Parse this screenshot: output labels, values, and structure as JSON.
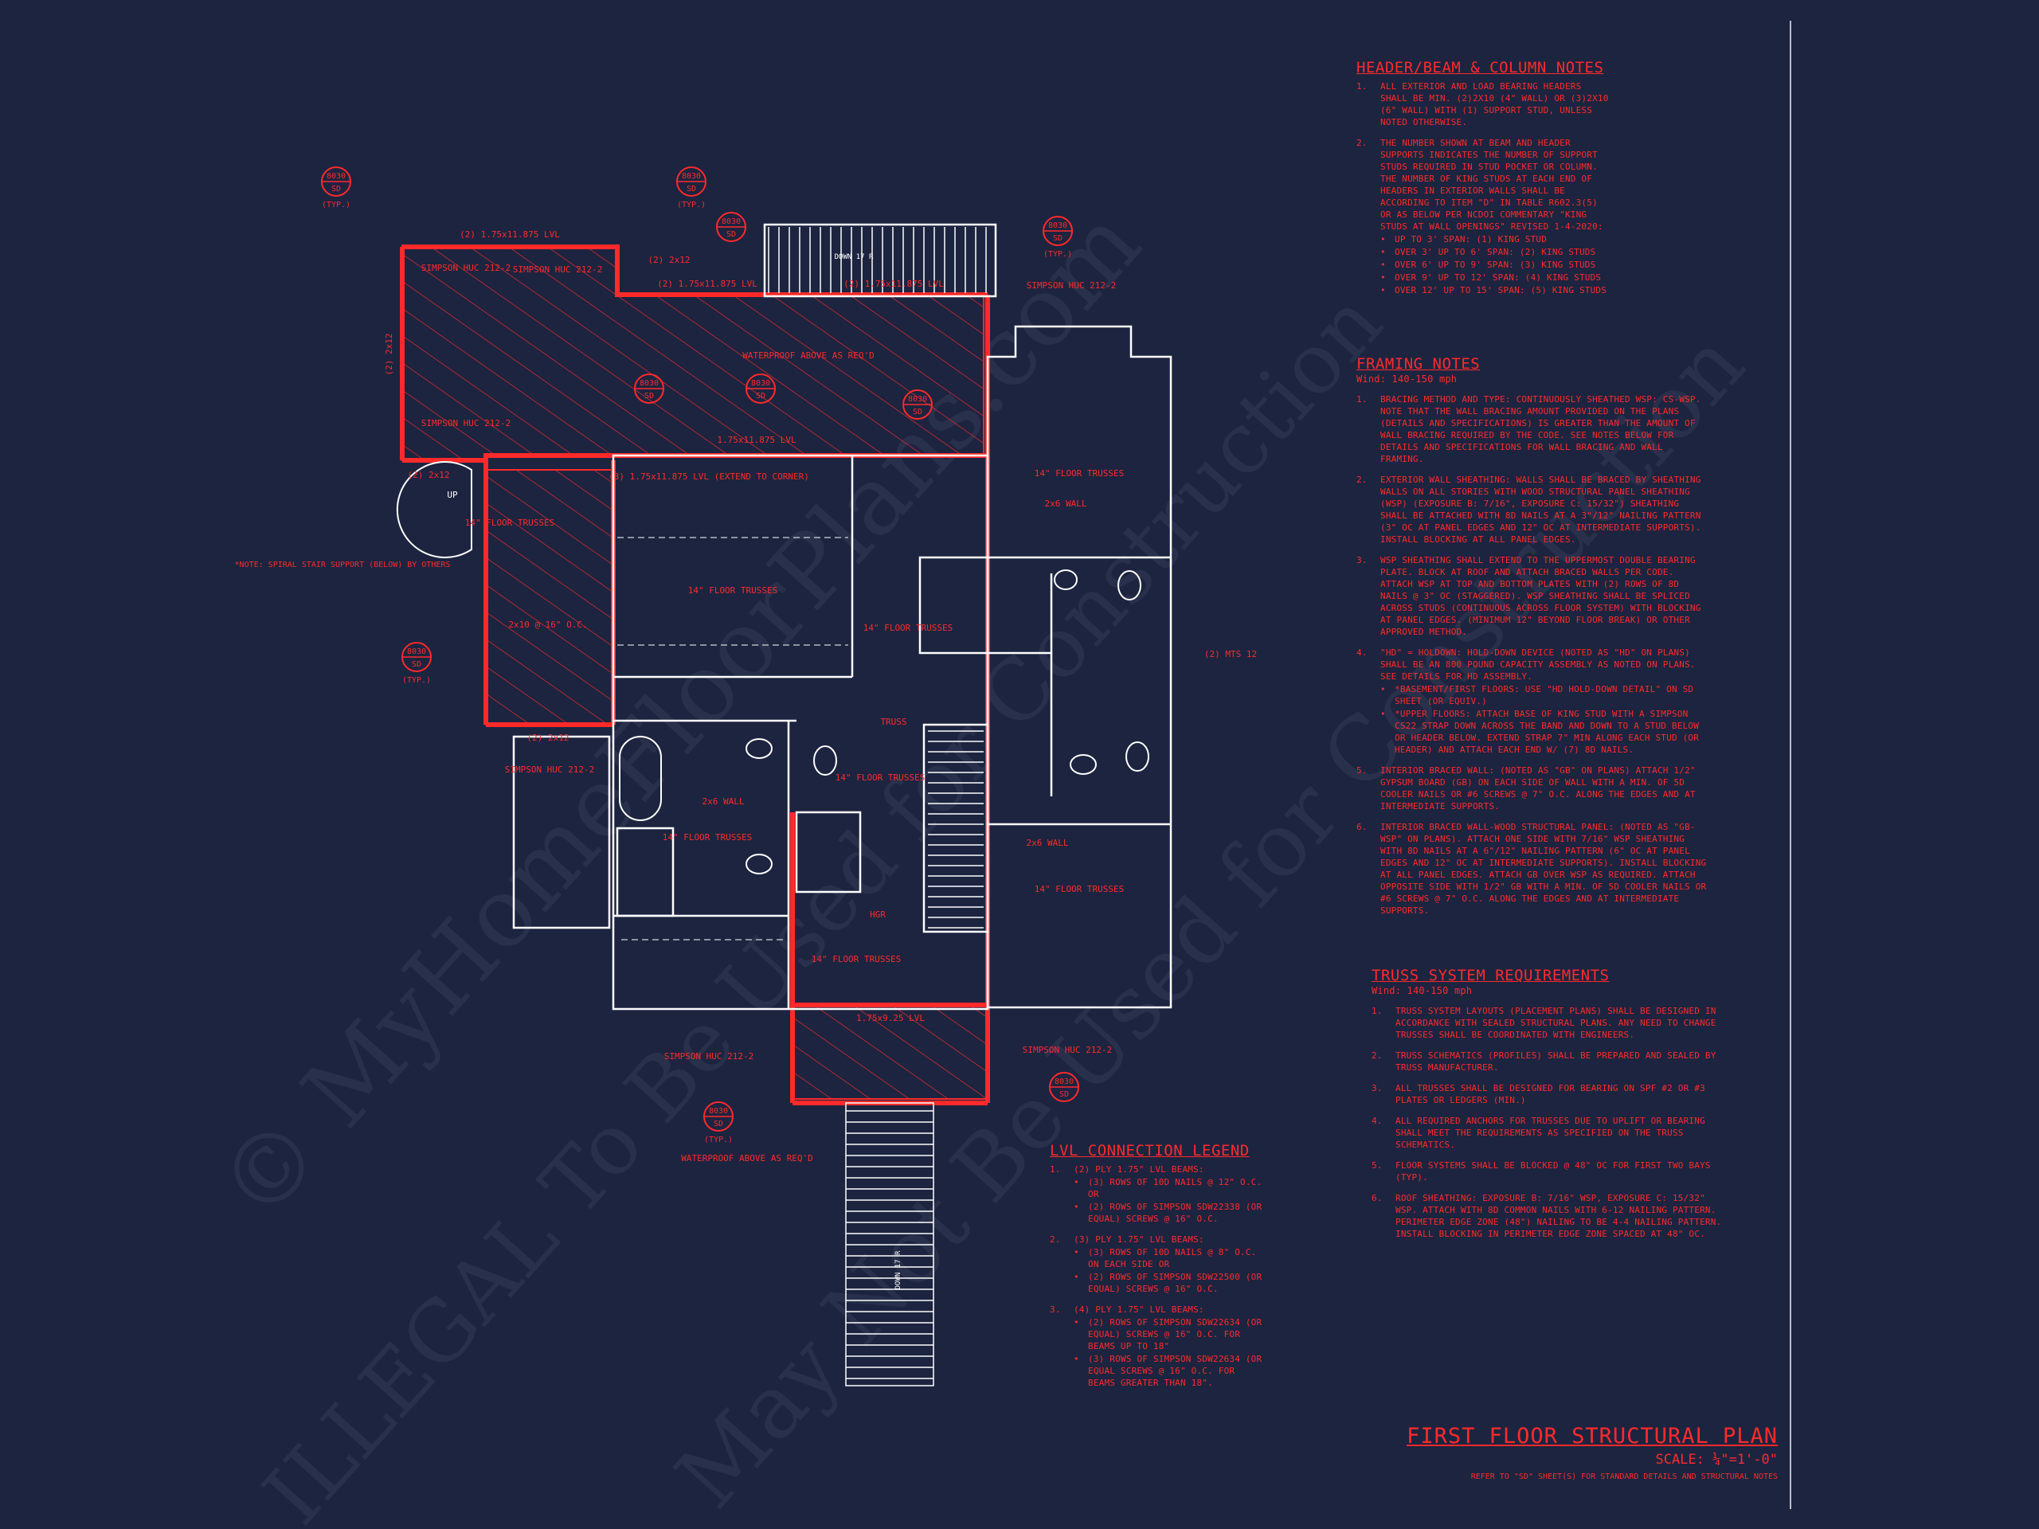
{
  "watermark": {
    "line1": "© MyHomeFloorPlans.com",
    "line2": "ILLEGAL To Be Used for Construction",
    "line3": "May Not Be Used for Construction"
  },
  "header_notes": {
    "title": "HEADER/BEAM & COLUMN NOTES",
    "items": [
      {
        "num": "1.",
        "text": "ALL EXTERIOR AND LOAD BEARING HEADERS SHALL BE MIN. (2)2x10 (4\" WALL) OR (3)2x10 (6\" WALL) WITH (1) SUPPORT STUD, UNLESS NOTED OTHERWISE."
      },
      {
        "num": "2.",
        "text": "THE NUMBER SHOWN AT BEAM AND HEADER SUPPORTS INDICATES THE NUMBER OF SUPPORT STUDS REQUIRED IN STUD POCKET OR COLUMN. THE NUMBER OF KING STUDS AT EACH END OF HEADERS IN EXTERIOR WALLS SHALL BE ACCORDING TO ITEM \"d\" IN TABLE R602.3(5) OR AS BELOW PER NCDOI COMMENTARY \"KING STUDS AT WALL OPENINGS\" REVISED 1-4-2020:",
        "bullets": [
          "UP TO 3' SPAN: (1) KING STUD",
          "OVER 3' UP TO 6' SPAN: (2) KING STUDS",
          "OVER 6' UP TO 9' SPAN: (3) KING STUDS",
          "OVER 9' UP TO 12' SPAN: (4) KING STUDS",
          "OVER 12' UP TO 15' SPAN: (5) KING STUDS"
        ]
      }
    ]
  },
  "framing_notes": {
    "title": "FRAMING NOTES",
    "sub": "Wind: 140-150 mph",
    "items": [
      {
        "num": "1.",
        "text": "BRACING METHOD AND TYPE: CONTINUOUSLY SHEATHED WSP: CS-WSP. NOTE THAT THE WALL BRACING AMOUNT PROVIDED ON THE PLANS (DETAILS AND SPECIFICATIONS) IS GREATER THAN THE AMOUNT OF WALL BRACING REQUIRED BY THE CODE. SEE NOTES BELOW FOR DETAILS AND SPECIFICATIONS FOR WALL BRACING AND WALL FRAMING."
      },
      {
        "num": "2.",
        "text": "EXTERIOR WALL SHEATHING: WALLS SHALL BE BRACED BY SHEATHING WALLS ON ALL STORIES WITH WOOD STRUCTURAL PANEL SHEATHING (WSP) (EXPOSURE B: 7/16\", EXPOSURE C: 15/32\") SHEATHING SHALL BE ATTACHED WITH 8d NAILS AT A 3\"/12\" NAILING PATTERN (3\" OC AT PANEL EDGES AND 12\" OC AT INTERMEDIATE SUPPORTS). INSTALL BLOCKING AT ALL PANEL EDGES."
      },
      {
        "num": "3.",
        "text": "WSP SHEATHING SHALL EXTEND TO THE UPPERMOST DOUBLE BEARING PLATE. BLOCK AT ROOF AND ATTACH BRACED WALLS PER CODE. ATTACH WSP AT TOP AND BOTTOM PLATES WITH (2) ROWS OF 8d NAILS @ 3\" OC (STAGGERED). WSP SHEATHING SHALL BE SPLICED ACROSS STUDS (CONTINUOUS ACROSS FLOOR SYSTEM) WITH BLOCKING AT PANEL EDGES. (MINIMUM 12\" BEYOND FLOOR BREAK) OR OTHER APPROVED METHOD."
      },
      {
        "num": "4.",
        "text": "\"HD\" = HOLDOWN: HOLD-DOWN DEVICE (NOTED AS \"HD\" ON PLANS) SHALL BE AN 800 POUND CAPACITY ASSEMBLY AS NOTED ON PLANS. SEE DETAILS FOR HD ASSEMBLY.",
        "bullets": [
          "*BASEMENT/FIRST FLOORS: USE \"HD HOLD-DOWN DETAIL\" ON SD SHEET (OR EQUIV.)",
          "*UPPER FLOORS: ATTACH BASE OF KING STUD WITH A SIMPSON CS22 STRAP DOWN ACROSS THE BAND AND DOWN TO A STUD BELOW OR HEADER BELOW. EXTEND STRAP 7\" MIN ALONG EACH STUD (OR HEADER) AND ATTACH EACH END W/ (7) 8d NAILS."
        ]
      },
      {
        "num": "5.",
        "text": "INTERIOR BRACED WALL: (NOTED AS \"GB\" ON PLANS) ATTACH 1/2\" GYPSUM BOARD (GB) ON EACH SIDE OF WALL WITH A MIN. OF 5d COOLER NAILS OR #6 SCREWS @ 7\" O.C. ALONG THE EDGES AND AT INTERMEDIATE SUPPORTS."
      },
      {
        "num": "6.",
        "text": "INTERIOR BRACED WALL-WOOD STRUCTURAL PANEL: (NOTED AS \"GB-WSP\" ON PLANS). ATTACH ONE SIDE WITH 7/16\" WSP SHEATHING WITH 8d NAILS AT A 6\"/12\" NAILING PATTERN (6\" OC AT PANEL EDGES AND 12\" OC AT INTERMEDIATE SUPPORTS). INSTALL BLOCKING AT ALL PANEL EDGES. ATTACH GB OVER WSP AS REQUIRED. ATTACH OPPOSITE SIDE WITH 1/2\" GB WITH A MIN. OF 5d COOLER NAILS OR #6 SCREWS @ 7\" O.C. ALONG THE EDGES AND AT INTERMEDIATE SUPPORTS."
      }
    ]
  },
  "truss_notes": {
    "title": "TRUSS SYSTEM REQUIREMENTS",
    "sub": "Wind: 140-150 mph",
    "items": [
      {
        "num": "1.",
        "text": "TRUSS SYSTEM LAYOUTS (PLACEMENT PLANS) SHALL BE DESIGNED IN ACCORDANCE WITH SEALED STRUCTURAL PLANS. ANY NEED TO CHANGE TRUSSES SHALL BE COORDINATED WITH ENGINEERS."
      },
      {
        "num": "2.",
        "text": "TRUSS SCHEMATICS (PROFILES) SHALL BE PREPARED AND SEALED BY TRUSS MANUFACTURER."
      },
      {
        "num": "3.",
        "text": "ALL TRUSSES SHALL BE DESIGNED FOR BEARING ON SPF #2 OR #3 PLATES OR LEDGERS (MIN.)"
      },
      {
        "num": "4.",
        "text": "ALL REQUIRED ANCHORS FOR TRUSSES DUE TO UPLIFT OR BEARING SHALL MEET THE REQUIREMENTS AS SPECIFIED ON THE TRUSS SCHEMATICS."
      },
      {
        "num": "5.",
        "text": "FLOOR SYSTEMS SHALL BE BLOCKED @ 48\" OC FOR FIRST TWO BAYS (TYP)."
      },
      {
        "num": "6.",
        "text": "ROOF SHEATHING: EXPOSURE B: 7/16\" WSP, EXPOSURE C: 15/32\" WSP. ATTACH WITH 8d COMMON NAILS WITH 6-12 NAILING PATTERN. PERIMETER EDGE ZONE (48\") NAILING TO BE 4-4 NAILING PATTERN. INSTALL BLOCKING IN PERIMETER EDGE ZONE SPACED AT 48\" OC."
      }
    ]
  },
  "lvl_legend": {
    "title": "LVL CONNECTION LEGEND",
    "items": [
      {
        "num": "1.",
        "text": "(2) PLY 1.75\" LVL BEAMS:",
        "bullets": [
          "(3) ROWS OF 10d NAILS @ 12\" O.C. OR",
          "(2) ROWS OF SIMPSON SDW22338 (OR EQUAL) SCREWS @ 16\" O.C."
        ]
      },
      {
        "num": "2.",
        "text": "(3) PLY 1.75\" LVL BEAMS:",
        "bullets": [
          "(3) ROWS OF 10d NAILS @ 8\" O.C. ON EACH SIDE OR",
          "(2) ROWS OF SIMPSON SDW22500 (OR EQUAL) SCREWS @ 16\" O.C."
        ]
      },
      {
        "num": "3.",
        "text": "(4) PLY 1.75\" LVL BEAMS:",
        "bullets": [
          "(2) ROWS OF SIMPSON SDW22634 (OR EQUAL) SCREWS @ 16\" O.C. FOR BEAMS UP TO 18\"",
          "(3) ROWS OF SIMPSON SDW22634 (OR EQUAL SCREWS @ 16\" O.C. FOR BEAMS GREATER THAN 18\"."
        ]
      }
    ]
  },
  "title_block": {
    "title": "FIRST FLOOR STRUCTURAL PLAN",
    "scale": "SCALE: ¼\"=1'-0\"",
    "ref": "REFER TO \"SD\" SHEET(S) FOR STANDARD DETAILS AND STRUCTURAL NOTES"
  },
  "plan": {
    "tags": [
      {
        "top": "8030",
        "bot": "SD",
        "note": "(TYP.)"
      },
      {
        "top": "8030",
        "bot": "SD",
        "note": "(TYP.)"
      },
      {
        "top": "8030",
        "bot": "SD",
        "note": "(TYP.)"
      },
      {
        "top": "8030",
        "bot": "SD",
        "note": "(TYP.)"
      },
      {
        "top": "8030",
        "bot": "SD",
        "note": "(TYP.)"
      },
      {
        "top": "8030",
        "bot": "SD",
        "note": ""
      },
      {
        "top": "8030",
        "bot": "SD",
        "note": ""
      },
      {
        "top": "8030",
        "bot": "SD",
        "note": ""
      },
      {
        "top": "8030",
        "bot": "SD",
        "note": ""
      },
      {
        "top": "8030",
        "bot": "SD",
        "note": ""
      }
    ],
    "labels": {
      "lvl_top_left": "(2) 1.75x11.875 LVL",
      "lvl_top_mid": "(2) 1.75x11.875 LVL",
      "lvl_top_right": "(2) 1.75x11.875 LVL",
      "twox12_a": "(2) 2x12",
      "twox12_left": "(2) 2x12",
      "twox12_b": "(2) 2x12",
      "twox12_c": "(2) 2x12",
      "simpson_1": "SIMPSON HUC 212-2",
      "simpson_2": "SIMPSON HUC 212-2",
      "simpson_3": "SIMPSON HUC 212-2",
      "simpson_4": "SIMPSON HUC 212-2",
      "simpson_5": "SIMPSON HUC 212-2",
      "simpson_6": "SIMPSON HUC 212-2",
      "simpson_7": "SIMPSON HUC 212-2",
      "waterproof_1": "WATERPROOF ABOVE AS REQ'D",
      "waterproof_2": "WATERPROOF ABOVE AS REQ'D",
      "lvl_extend": "(3) 1.75x11.875 LVL (EXTEND TO CORNER)",
      "lvl_mid": "1.75x11.875 LVL",
      "lvl_bottom": "1.75x9.25 LVL",
      "spiral_note": "*NOTE: SPIRAL STAIR SUPPORT (BELOW) BY OTHERS",
      "up": "UP",
      "down_top": "DOWN 17 R",
      "joist_1": "2x10 @ 16\" O.C.",
      "truss_1": "14\" FLOOR TRUSSES",
      "truss_2": "14\" FLOOR TRUSSES",
      "truss_3": "14\" FLOOR TRUSSES",
      "truss_4": "14\" FLOOR TRUSSES",
      "truss_5": "14\" FLOOR TRUSSES",
      "truss_6": "14\" FLOOR TRUSSES",
      "truss_7": "14\" FLOOR TRUSSES",
      "truss_8": "14\" FLOOR TRUSSES",
      "truss_label": "TRUSS",
      "wall_1": "2x6 WALL",
      "wall_2": "2x6 WALL",
      "wall_3": "2x6 WALL",
      "mts": "(2) MTS 12",
      "hgr": "HGR",
      "down_bottom": "DOWN 17 R"
    }
  }
}
